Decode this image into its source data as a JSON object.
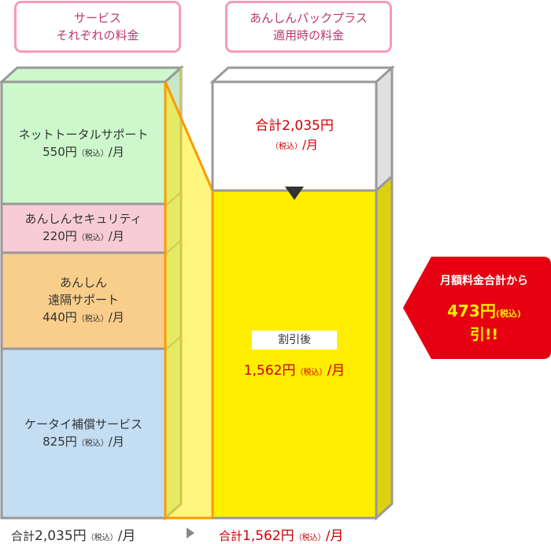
{
  "headers": {
    "left": {
      "line1": "サービス",
      "line2": "それぞれの料金"
    },
    "right": {
      "line1": "あんしんパックプラス",
      "line2": "適用時の料金"
    }
  },
  "services": [
    {
      "name": "ネットトータルサポート",
      "price": "550円",
      "tax": "（税込）",
      "unit": "/月",
      "color": "#ccf8cc"
    },
    {
      "name": "あんしんセキュリティ",
      "price": "220円",
      "tax": "（税込）",
      "unit": "/月",
      "color": "#f8ccd6"
    },
    {
      "name": "あんしん",
      "name2": "遠隔サポート",
      "price": "440円",
      "tax": "（税込）",
      "unit": "/月",
      "color": "#f9cd8a"
    },
    {
      "name": "ケータイ補償サービス",
      "price": "825円",
      "tax": "（税込）",
      "unit": "/月",
      "color": "#c3ddf2"
    }
  ],
  "pack": {
    "before_total_label": "合計2,035円",
    "before_tax": "（税込）",
    "before_unit": "/月",
    "after_tag": "割引後",
    "after_price": "1,562円",
    "after_tax": "（税込）",
    "after_unit": "/月"
  },
  "badge": {
    "line1": "月額料金合計から",
    "amount": "473円",
    "tax": "(税込)",
    "line3": "引!!"
  },
  "footer": {
    "left_prefix": "合計",
    "left_amount": "2,035円",
    "left_tax": "（税込）",
    "left_unit": "/月",
    "arrow_icon": "triangle-right-icon",
    "right_prefix": "合計",
    "right_amount": "1,562円",
    "right_tax": "（税込）",
    "right_unit": "/月"
  },
  "colors": {
    "header_border": "#f59bba",
    "header_text": "#c0356f",
    "price_red": "#cc0000",
    "yellow": "#ffee00",
    "orange_outline": "#ff9900",
    "badge_red": "#e60012",
    "badge_yellow": "#ffee00"
  }
}
